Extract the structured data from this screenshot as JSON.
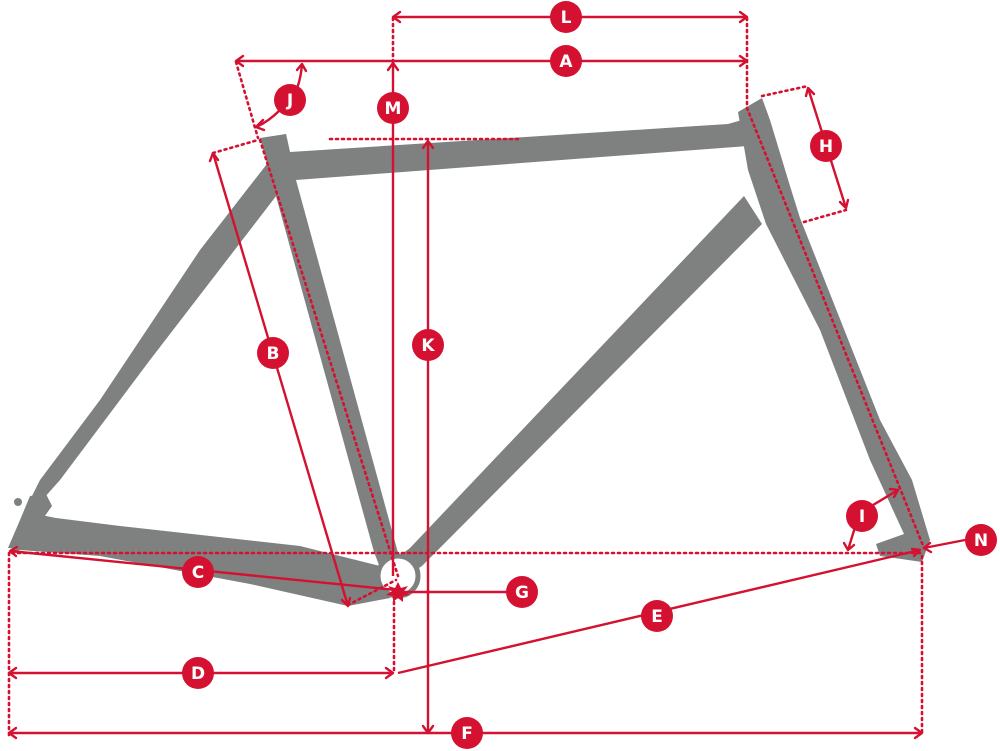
{
  "diagram": {
    "title": "Bicycle frame geometry diagram",
    "colors": {
      "frame": "#7f8181",
      "accent": "#d41130",
      "label_text": "#ffffff"
    },
    "labels": {
      "A": "A",
      "B": "B",
      "C": "C",
      "D": "D",
      "E": "E",
      "F": "F",
      "G": "G",
      "H": "H",
      "I": "I",
      "J": "J",
      "K": "K",
      "L": "L",
      "M": "M",
      "N": "N"
    }
  }
}
